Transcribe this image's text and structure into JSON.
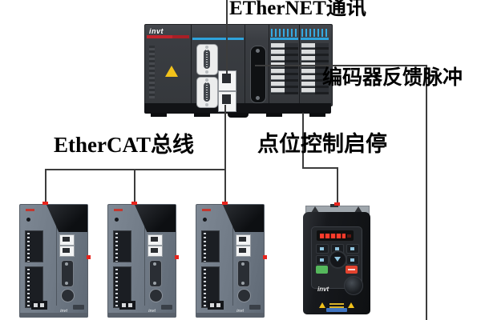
{
  "labels": {
    "ethernet": "ETherNET通讯",
    "encoder_feedback": "编码器反馈脉冲",
    "ethercat_bus": "EtherCAT总线",
    "point_control": "点位控制启停"
  },
  "devices": {
    "plc": {
      "brand": "invt"
    },
    "servo_drives": {
      "brand": "invt",
      "count": 3
    },
    "vfd": {
      "brand": "invt"
    }
  },
  "colors": {
    "wire": "#3c3c3c",
    "connection_dot": "#e8241d",
    "plc_red_stripe": "#c4242c",
    "plc_blue_stripe": "#2ea3dc",
    "warning_yellow": "#f2c21a",
    "vfd_run_button": "#55b85c",
    "vfd_stop_button": "#e2432e",
    "vfd_display": "#ff3b2b"
  }
}
